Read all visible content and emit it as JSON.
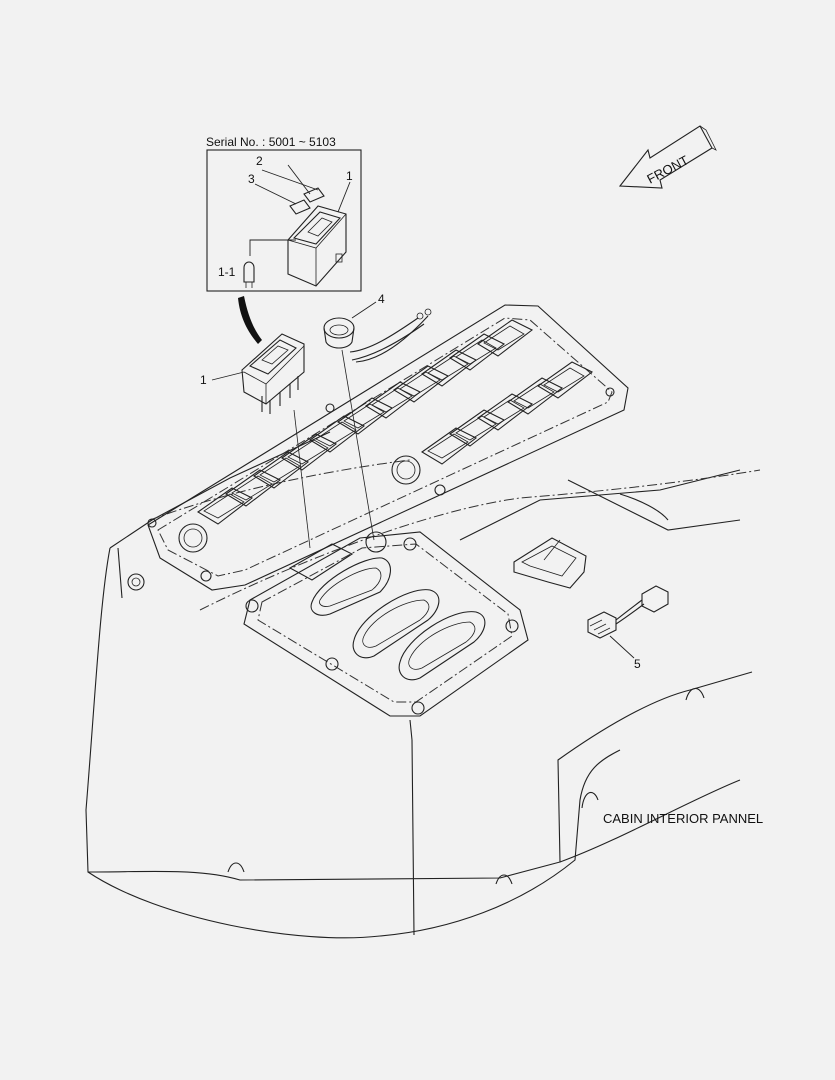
{
  "serial_box": {
    "serial_label": "Serial No.  : 5001 ~ 5103"
  },
  "callouts": {
    "inset_2": "2",
    "inset_3": "3",
    "inset_1": "1",
    "inset_1_1": "1-1",
    "part_1": "1",
    "part_4": "4",
    "part_5": "5"
  },
  "front_arrow": {
    "label": "FRONT"
  },
  "panel": {
    "caption": "CABIN INTERIOR PANNEL"
  }
}
